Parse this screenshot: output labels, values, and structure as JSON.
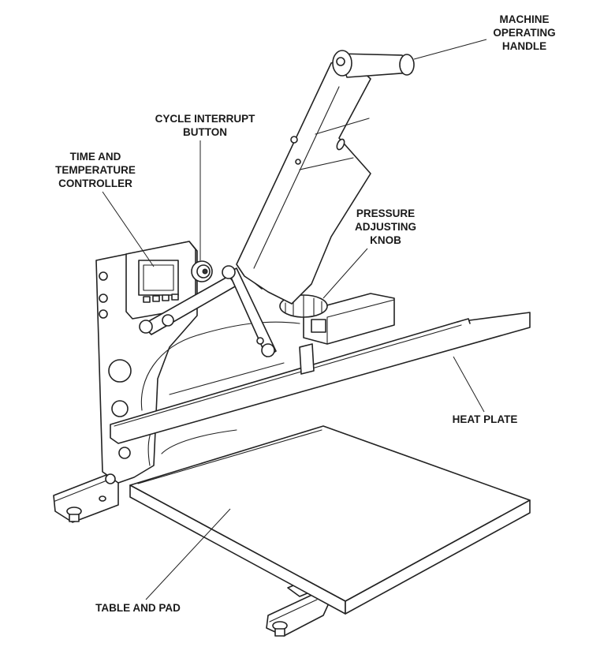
{
  "labels": {
    "handle": "MACHINE\nOPERATING\nHANDLE",
    "cycle_button": "CYCLE INTERRUPT\nBUTTON",
    "controller": "TIME AND\nTEMPERATURE\nCONTROLLER",
    "pressure_knob": "PRESSURE\nADJUSTING\nKNOB",
    "heat_plate": "HEAT PLATE",
    "table_pad": "TABLE AND PAD"
  }
}
